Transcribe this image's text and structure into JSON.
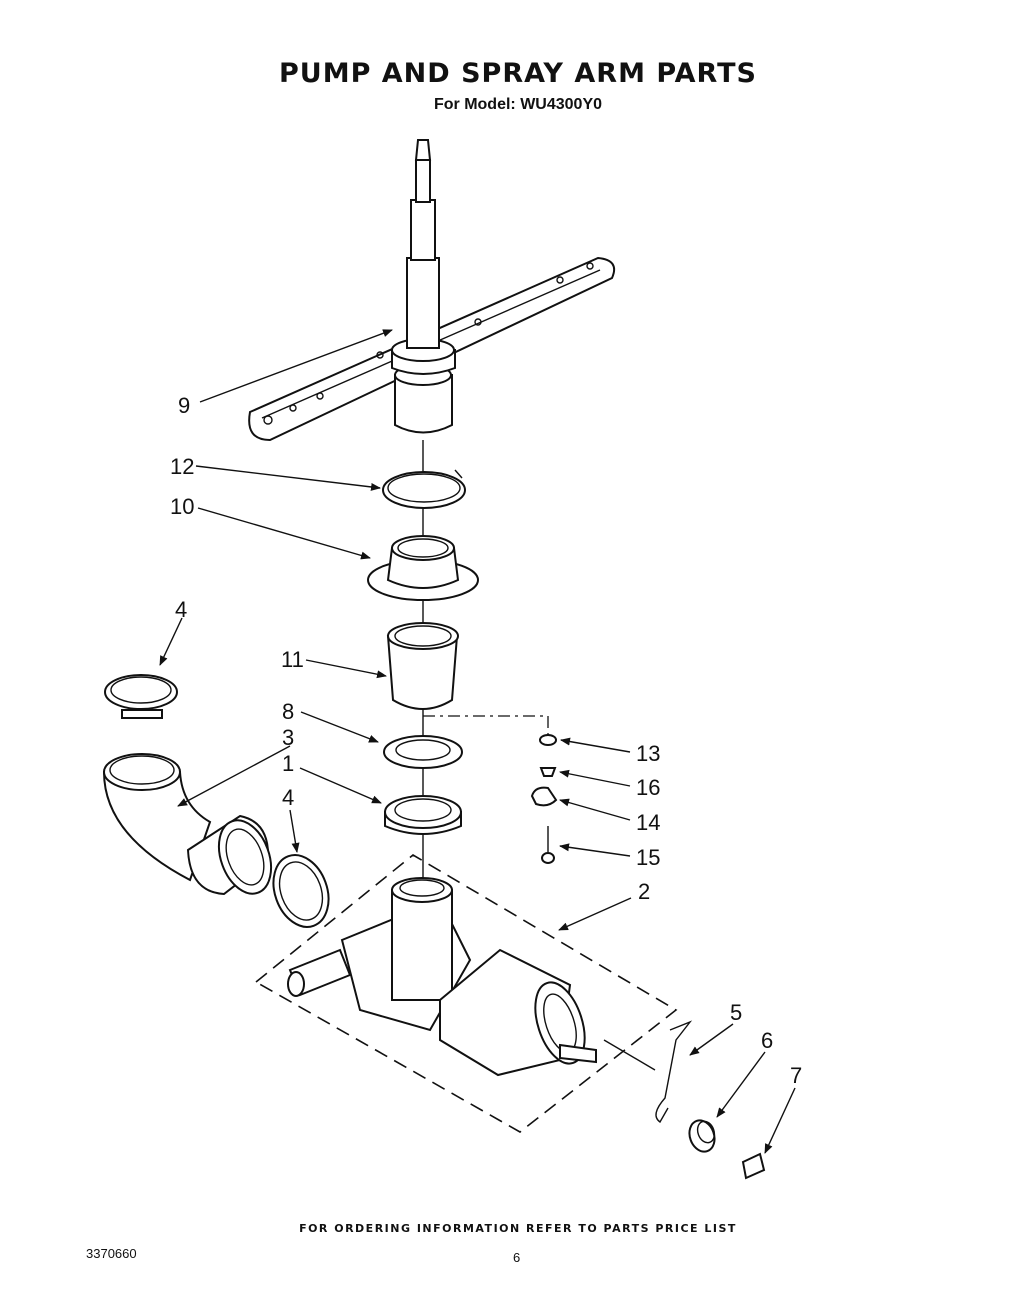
{
  "header": {
    "title": "PUMP AND SPRAY ARM PARTS",
    "subtitle": "For Model: WU4300Y0"
  },
  "callouts": [
    "9",
    "12",
    "10",
    "4",
    "11",
    "8",
    "3",
    "1",
    "4",
    "13",
    "16",
    "14",
    "15",
    "2",
    "5",
    "6",
    "7"
  ],
  "footer": {
    "note": "FOR ORDERING INFORMATION REFER TO PARTS PRICE LIST",
    "doc_number": "3370660",
    "page_number": "6"
  }
}
